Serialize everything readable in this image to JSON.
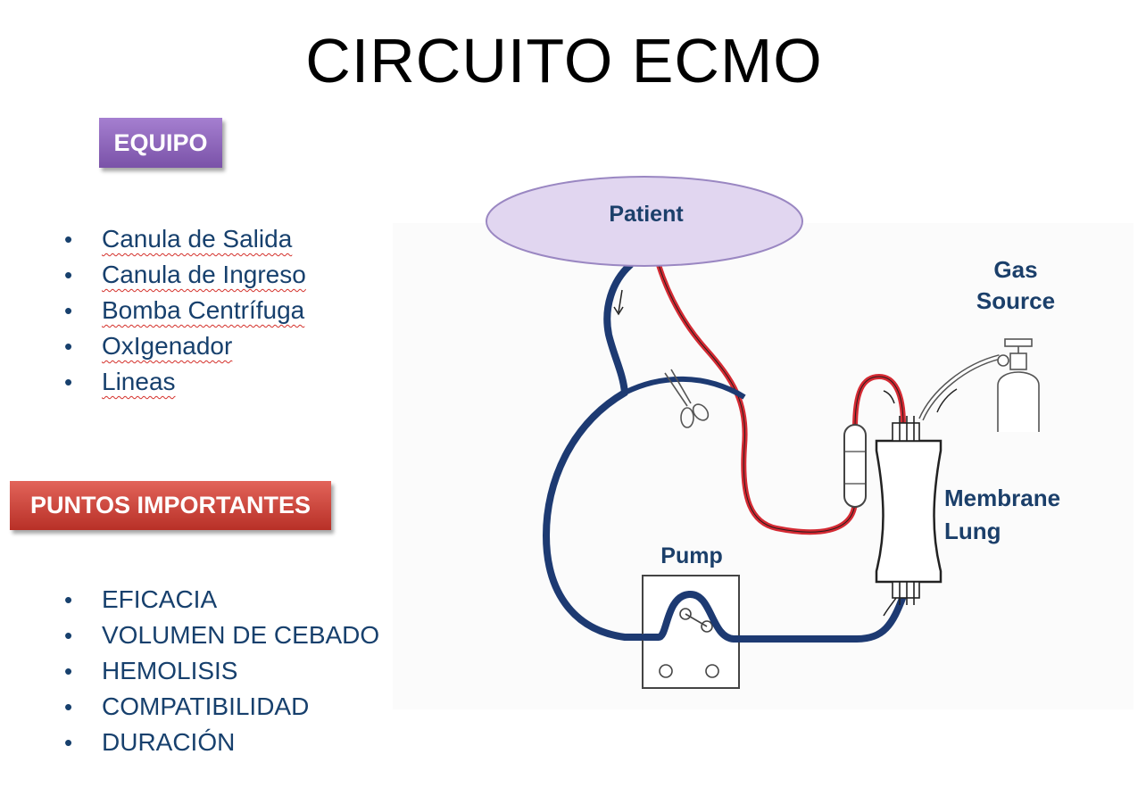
{
  "title": "CIRCUITO ECMO",
  "equipo": {
    "header": "EQUIPO",
    "items": [
      "Canula de Salida",
      "Canula de Ingreso",
      "Bomba Centrífuga",
      "OxIgenador",
      "Lineas"
    ]
  },
  "puntos": {
    "header": "PUNTOS IMPORTANTES",
    "items": [
      "EFICACIA",
      "VOLUMEN DE CEBADO",
      "HEMOLISIS",
      "COMPATIBILIDAD",
      "DURACIÓN"
    ]
  },
  "diagram": {
    "patient_label": "Patient",
    "pump_label": "Pump",
    "gas_label_line1": "Gas",
    "gas_label_line2": "Source",
    "lung_label_line1": "Membrane",
    "lung_label_line2": "Lung"
  },
  "colors": {
    "venous_line": "#1d3a72",
    "arterial_line": "#d42a33",
    "patient_fill": "#e1d6f0",
    "equipo_badge": "#8a62b8",
    "puntos_badge": "#cc443a",
    "list_text": "#17406d"
  },
  "bullet": "•"
}
